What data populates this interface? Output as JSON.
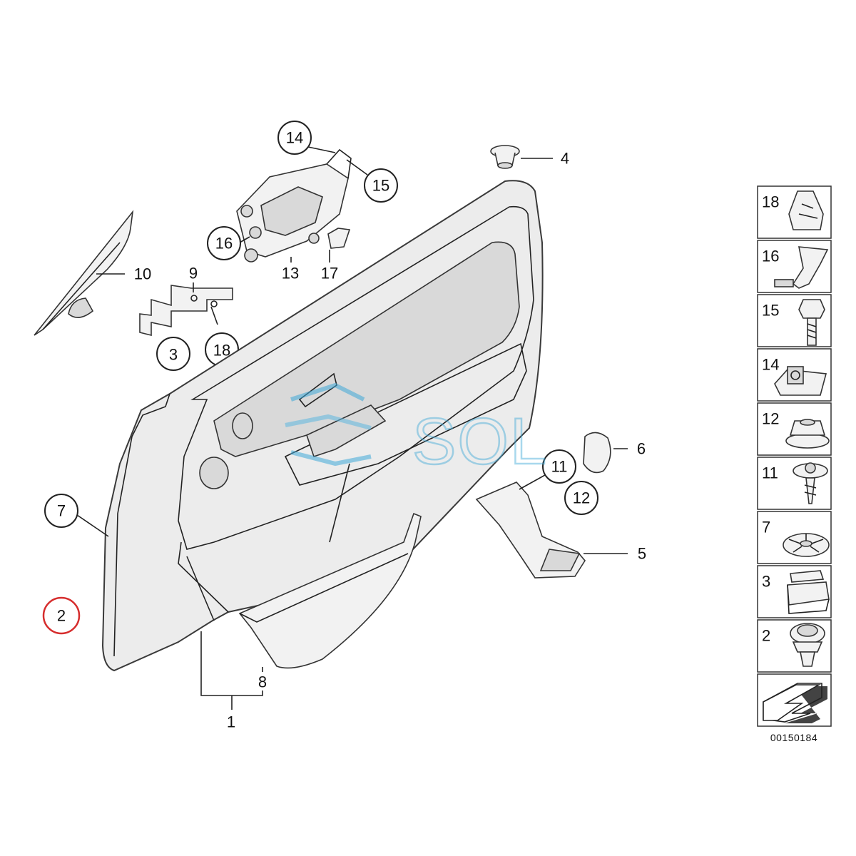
{
  "callouts": {
    "c14": "14",
    "c15": "15",
    "c16": "16",
    "c18": "18",
    "c3": "3",
    "c11": "11",
    "c12": "12",
    "c7": "7",
    "c2": "2"
  },
  "labels": {
    "p4": "4",
    "p10": "10",
    "p9": "9",
    "p13": "13",
    "p17": "17",
    "p6": "6",
    "p5": "5",
    "p8": "8",
    "p1": "1"
  },
  "legend": {
    "items": [
      "18",
      "16",
      "15",
      "14",
      "12",
      "11",
      "7",
      "3",
      "2"
    ],
    "code": "00150184"
  },
  "watermark": {
    "text": "SOL"
  },
  "colors": {
    "highlight": "#d62d2d",
    "watermark": "#3fa9d8"
  }
}
